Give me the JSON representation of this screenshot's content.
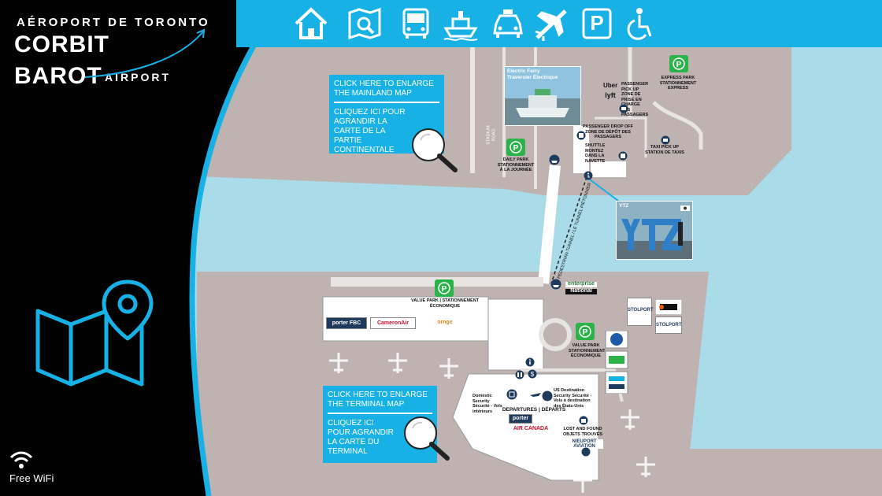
{
  "brand": {
    "line1": "AÉROPORT DE TORONTO",
    "line2": "CORBIT",
    "line3": "BAROT",
    "line4": "AIRPORT"
  },
  "nav": {
    "icons": [
      "home-icon",
      "map-search-icon",
      "bus-icon",
      "ship-icon",
      "taxi-icon",
      "airplane-icon",
      "parking-icon",
      "accessible-icon"
    ],
    "parking_letter": "P"
  },
  "callouts": {
    "mainland_en": "CLICK HERE TO ENLARGE THE MAINLAND MAP",
    "mainland_fr": "CLIQUEZ ICI POUR AGRANDIR LA CARTE DE LA PARTIE CONTINENTALE",
    "terminal_en": "CLICK HERE TO ENLARGE THE TERMINAL MAP",
    "terminal_fr": "CLIQUEZ ICI POUR AGRANDIR LA CARTE DU TERMINAL"
  },
  "photos": {
    "ferry": "Electric Ferry\nTraversier Électrique",
    "ytz": "YTZ"
  },
  "map_labels": {
    "passenger_pickup": "PASSENGER PICK UP ZONE DE PRISE EN CHARGE DES PASSAGERS",
    "express_park": "EXPRESS PARK STATIONNEMENT EXPRESS",
    "dropoff": "PASSENGER DROP OFF ZONE DE DÉPÔT DES PASSAGERS",
    "shuttle": "SHUTTLE MONTEZ DANS LA NAVETTE",
    "taxi": "TAXI PICK UP STATION DE TAXIS",
    "daily_park": "DAILY PARK STATIONNEMENT À LA JOURNÉE",
    "value_park_top": "VALUE PARK | STATIONNEMENT ÉCONOMIQUE",
    "value_park": "VALUE PARK STATIONNEMENT ÉCONOMIQUE",
    "stadium_road": "STADIUM ROAD",
    "pedestrian_tunnel": "PEDESTRIAN TUNNEL / LE TUNNEL PIÉTONNIER",
    "departures": "DEPARTURES | DÉPARTS",
    "lost_found": "LOST AND FOUND OBJETS TROUVÉS",
    "domestic_security": "Domestic Security Sécurité - Vols intérieurs",
    "us_security": "US Destination Security Sécurité - Vols à destination des États-Unis",
    "uber": "Uber",
    "lyft": "lyft",
    "enterprise": "enterprise",
    "national": "National"
  },
  "airlines": {
    "porter_fbc": "porter FBC",
    "cameron": "CameronAir",
    "ornge": "ornge",
    "porter": "porter",
    "air_canada": "AIR CANADA",
    "nieuport": "NIEUPORT AVIATION",
    "stolport": "STOLPORT"
  },
  "wifi": {
    "label": "Free WiFi"
  },
  "colors": {
    "accent": "#17b1e6",
    "land": "#bfb3b1",
    "water": "#a9dbe9",
    "sidebar": "#000000"
  }
}
